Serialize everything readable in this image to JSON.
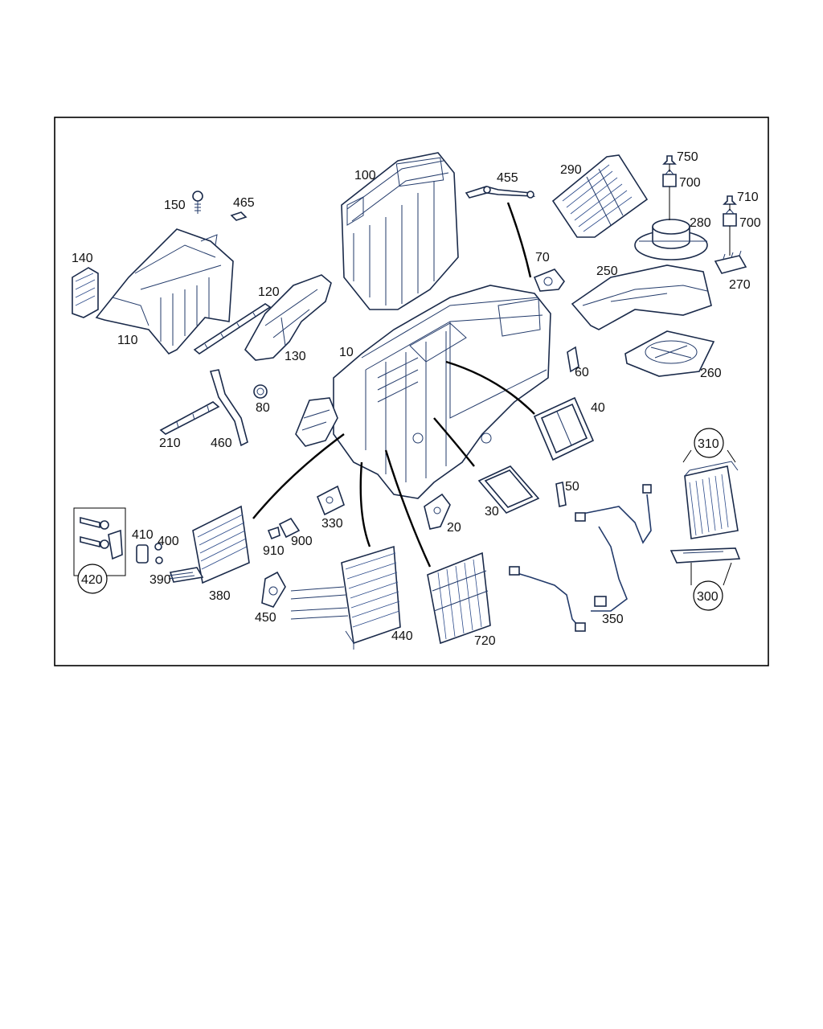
{
  "callouts": {
    "c10": "10",
    "c20": "20",
    "c30": "30",
    "c40": "40",
    "c50": "50",
    "c60": "60",
    "c70": "70",
    "c80": "80",
    "c100": "100",
    "c110": "110",
    "c120": "120",
    "c130": "130",
    "c140": "140",
    "c150": "150",
    "c210": "210",
    "c250": "250",
    "c260": "260",
    "c270": "270",
    "c280": "280",
    "c290": "290",
    "c300": "300",
    "c310": "310",
    "c330": "330",
    "c350": "350",
    "c380": "380",
    "c390": "390",
    "c400": "400",
    "c410": "410",
    "c420": "420",
    "c440": "440",
    "c450": "450",
    "c455": "455",
    "c460": "460",
    "c465": "465",
    "c700a": "700",
    "c700b": "700",
    "c710": "710",
    "c720": "720",
    "c750": "750",
    "c900": "900",
    "c910": "910"
  }
}
